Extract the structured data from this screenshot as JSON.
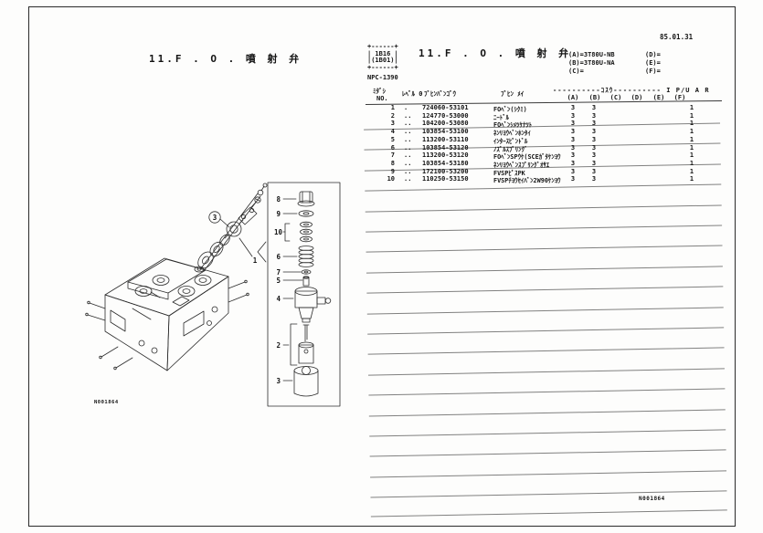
{
  "left_page": {
    "title": "11.F . O . 噴 射 弁",
    "drawing_ref": "N001864"
  },
  "right_page": {
    "code_box": "+------+\n| 1B16 |\n|(1B01)|\n+------+",
    "catalog_no": "NPC-1390",
    "title": "11.F . O . 噴 射 弁",
    "date": "85.01.31",
    "applicability": {
      "a": "(A)=3T80U-NB",
      "b": "(B)=3T80U-NA",
      "c": "(C)=",
      "d": "(D)=",
      "e": "(E)=",
      "f": "(F)="
    },
    "table": {
      "header": {
        "col_no_line1": "ﾐﾀﾞｼ",
        "col_no_line2": "NO.",
        "col_level": "ﾚﾍﾞﾙ 0",
        "col_part_no": "ﾌﾞﾋﾝﾊﾞﾝｺﾞｳ",
        "col_part_name": "ﾌﾞﾋﾝ ﾒｲ",
        "qty_title": "----------ｺｽｳ---------- I P/U A R",
        "qty_cols": [
          "(A)",
          "(B)",
          "(C)",
          "(D)",
          "(E)",
          "(F)"
        ]
      },
      "rows": [
        {
          "no": "1",
          "level": ".",
          "part_no": "724060-53101",
          "name": "FOﾍﾞﾝ(ｼｸﾐ)",
          "qty_a": "3",
          "qty_b": "3",
          "ipuar": "1"
        },
        {
          "no": "2",
          "level": "..",
          "part_no": "124770-53000",
          "name": "ﾆｰﾄﾞﾙ",
          "qty_a": "3",
          "qty_b": "3",
          "ipuar": "1"
        },
        {
          "no": "3",
          "level": "..",
          "part_no": "104200-53080",
          "name": "FOﾍﾞﾝｼﾒﾂｹﾅﾂﾄ",
          "qty_a": "3",
          "qty_b": "3",
          "ipuar": "1"
        },
        {
          "no": "4",
          "level": "..",
          "part_no": "103854-53100",
          "name": "ﾈﾝﾘﾖｳﾍﾞﾝﾎﾝﾀｲ",
          "qty_a": "3",
          "qty_b": "3",
          "ipuar": "1"
        },
        {
          "no": "5",
          "level": "..",
          "part_no": "113200-53110",
          "name": "ｲﾝﾀｰｽﾋﾟﾝﾄﾞﾙ",
          "qty_a": "3",
          "qty_b": "3",
          "ipuar": "1"
        },
        {
          "no": "6",
          "level": "..",
          "part_no": "103854-53120",
          "name": "ﾉｽﾞﾙｽﾌﾟﾘﾝｸﾞ",
          "qty_a": "3",
          "qty_b": "3",
          "ipuar": "1"
        },
        {
          "no": "7",
          "level": "..",
          "part_no": "113200-53120",
          "name": "FOﾍﾞﾝSPｳｹ(SCEｶﾞﾀｹﾝﾖｳ",
          "qty_a": "3",
          "qty_b": "3",
          "ipuar": "1"
        },
        {
          "no": "8",
          "level": "..",
          "part_no": "103854-53180",
          "name": "ﾈﾝﾘﾖｳﾍﾞﾝｽﾌﾟﾘﾝｸﾞｵｻｴ",
          "qty_a": "3",
          "qty_b": "3",
          "ipuar": "1"
        },
        {
          "no": "9",
          "level": "..",
          "part_no": "172100-53200",
          "name": "FVSPﾋﾟｽPK",
          "qty_a": "3",
          "qty_b": "3",
          "ipuar": "1"
        },
        {
          "no": "10",
          "level": "..",
          "part_no": "110250-53150",
          "name": "FVSPﾁﾖｳｾｲﾊﾞﾝ2W90ｹﾝﾖｳ",
          "qty_a": "3",
          "qty_b": "3",
          "ipuar": "1"
        }
      ]
    },
    "sheet_ref": "N001864"
  },
  "diagram": {
    "callouts": {
      "c1": "1",
      "c2": "2",
      "c3": "3",
      "c4": "4",
      "c5": "5",
      "c6": "6",
      "c7": "7",
      "c8": "8",
      "c9": "9",
      "c10": "10",
      "circled": "3"
    }
  }
}
